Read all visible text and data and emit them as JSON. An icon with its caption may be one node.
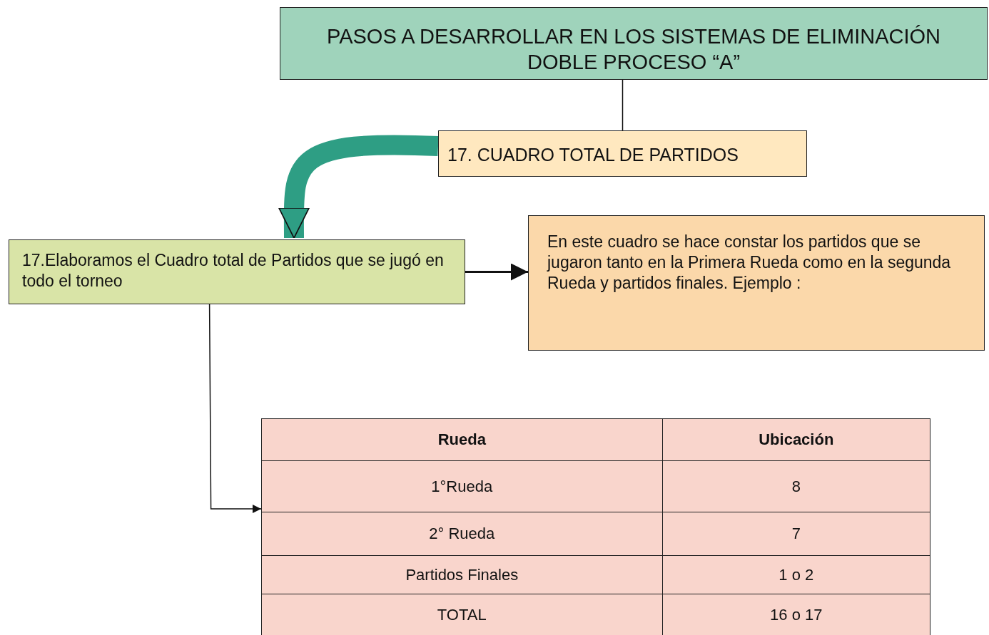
{
  "diagram": {
    "nodes": [
      {
        "text": [
          "PASOS A DESARROLLAR EN LOS SISTEMAS DE ELIMINACIÓN DOBLE PROCESO “A”"
        ]
      },
      {
        "text": [
          "17. CUADRO TOTAL DE PARTIDOS"
        ]
      },
      {
        "text": [
          "17.Elaboramos el Cuadro total de Partidos  que se jugó en todo el torneo"
        ]
      },
      {
        "text": [
          "En este cuadro se hace constar los partidos que se jugaron tanto en la Primera Rueda como en la segunda Rueda y partidos finales. Ejemplo :"
        ]
      },
      {
        "text": [
          "Rueda",
          "Ubicación",
          "1°Rueda",
          "8",
          "2° Rueda",
          "7",
          "Partidos Finales",
          "1 o 2",
          "TOTAL",
          "16 o 17"
        ]
      }
    ],
    "edges": [
      {
        "from": 0,
        "to": 1,
        "arrow": "none"
      },
      {
        "from": 1,
        "to": 2,
        "arrow": "to",
        "style": "thick",
        "color": "#2e9e84"
      },
      {
        "from": 2,
        "to": 3,
        "arrow": "to"
      },
      {
        "from": 2,
        "to": 4,
        "arrow": "to"
      }
    ]
  }
}
